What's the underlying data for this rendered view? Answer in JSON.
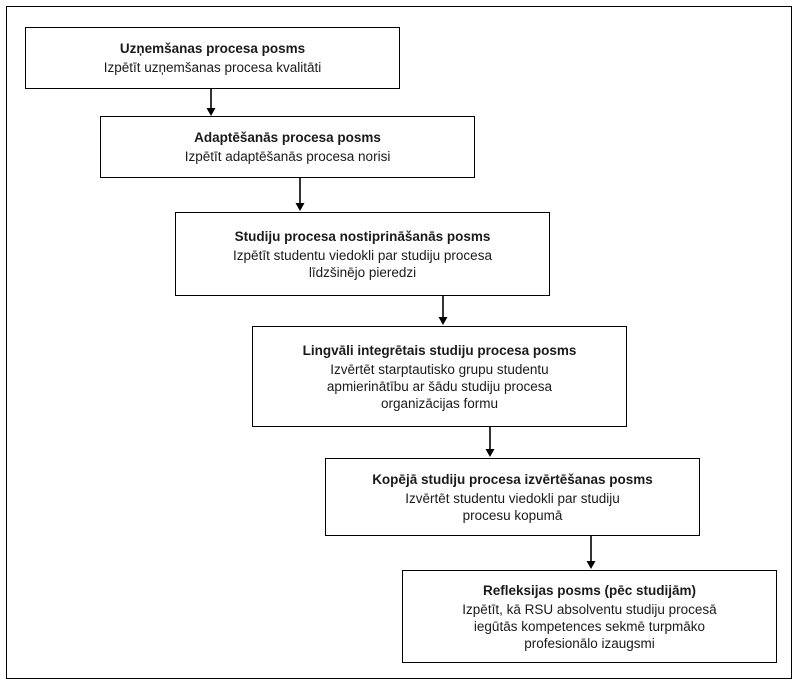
{
  "diagram": {
    "type": "flowchart",
    "direction": "top-down-staircase",
    "colors": {
      "border": "#000000",
      "background": "#ffffff",
      "text": "#1a1a1a",
      "arrow": "#000000"
    },
    "steps": [
      {
        "title": "Uzņemšanas procesa posms",
        "body": "Izpētīt uzņemšanas procesa kvalitāti"
      },
      {
        "title": "Adaptēšanās procesa posms",
        "body": "Izpētīt adaptēšanās procesa norisi"
      },
      {
        "title": "Studiju procesa nostiprināšanās posms",
        "body": [
          "Izpētīt studentu viedokli par studiju procesa",
          "līdzšinējo pieredzi"
        ]
      },
      {
        "title": "Lingvāli integrētais studiju procesa posms",
        "body": [
          "Izvērtēt starptautisko grupu studentu",
          "apmierinātību ar šādu studiju procesa",
          "organizācijas formu"
        ]
      },
      {
        "title": "Kopējā studiju procesa izvērtēšanas posms",
        "body": [
          "Izvērtēt studentu viedokli par studiju",
          "procesu kopumā"
        ]
      },
      {
        "title": "Refleksijas posms (pēc studijām)",
        "body": [
          "Izpētīt, kā RSU absolventu studiju procesā",
          "iegūtās kompetences sekmē turpmāko",
          "profesionālo izaugsmi"
        ]
      }
    ]
  }
}
